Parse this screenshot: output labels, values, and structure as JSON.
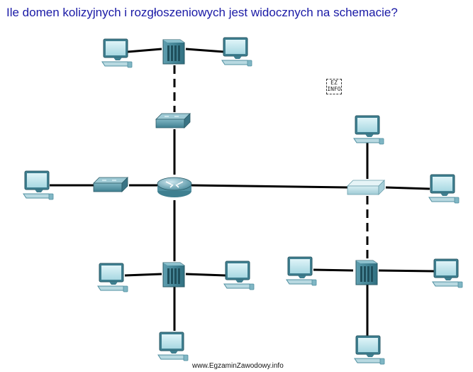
{
  "question": "Ile domen kolizyjnych i rozgłoszeniowych jest widocznych na schemacie?",
  "watermark": "www.EgzaminZawodowy.info",
  "stamp": "EZ\nINFO",
  "icons": {
    "pc": "computer-icon",
    "hub": "hub-icon",
    "switch": "switch-icon",
    "router": "router-icon"
  },
  "colors": {
    "question": "#1a1aa6",
    "device": "#4f8fa0",
    "link": "#000000"
  }
}
